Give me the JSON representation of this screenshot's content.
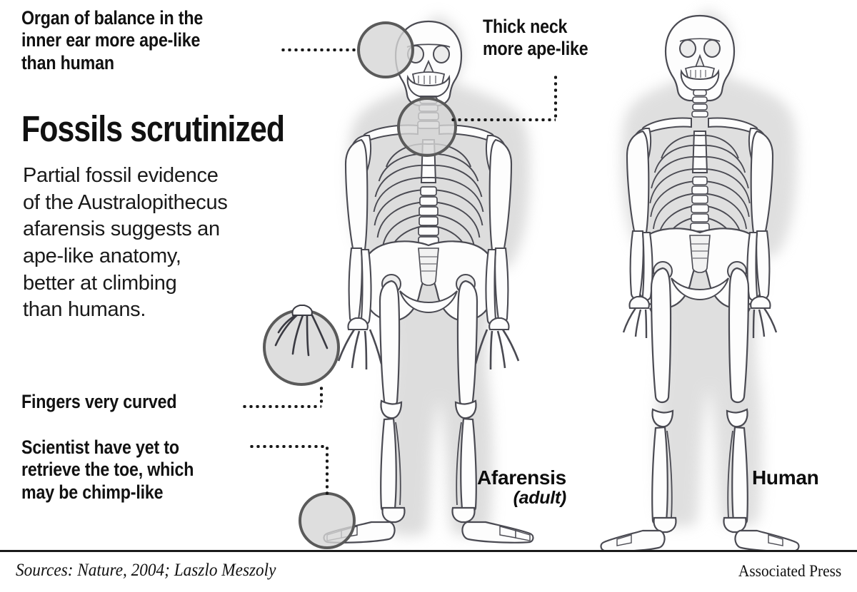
{
  "headline": "Fossils scrutinized",
  "deck": "Partial fossil evidence\nof the Australopithecus\nafarensis suggests an\nape-like anatomy,\nbetter at climbing\nthan humans.",
  "callouts": {
    "ear": "Organ of balance in the\ninner ear more ape-like\nthan human",
    "neck": "Thick neck\nmore ape-like",
    "fingers": "Fingers very curved",
    "toe": "Scientist have yet to\nretrieve the toe, which\nmay be chimp-like"
  },
  "specimens": {
    "afarensis": "Afarensis",
    "afarensis_sub": "(adult)",
    "human": "Human"
  },
  "footer": {
    "sources": "Sources: Nature, 2004; Laszlo Meszoly",
    "credit": "Associated Press"
  },
  "colors": {
    "text": "#111111",
    "rule": "#1a1a1a",
    "bone_stroke": "#4a4a52",
    "bone_fill": "#fdfdfd",
    "silhouette": "#d9d9d9",
    "highlight_fill": "#d6d6d6",
    "highlight_stroke": "#5a5a5a",
    "background": "#ffffff"
  }
}
